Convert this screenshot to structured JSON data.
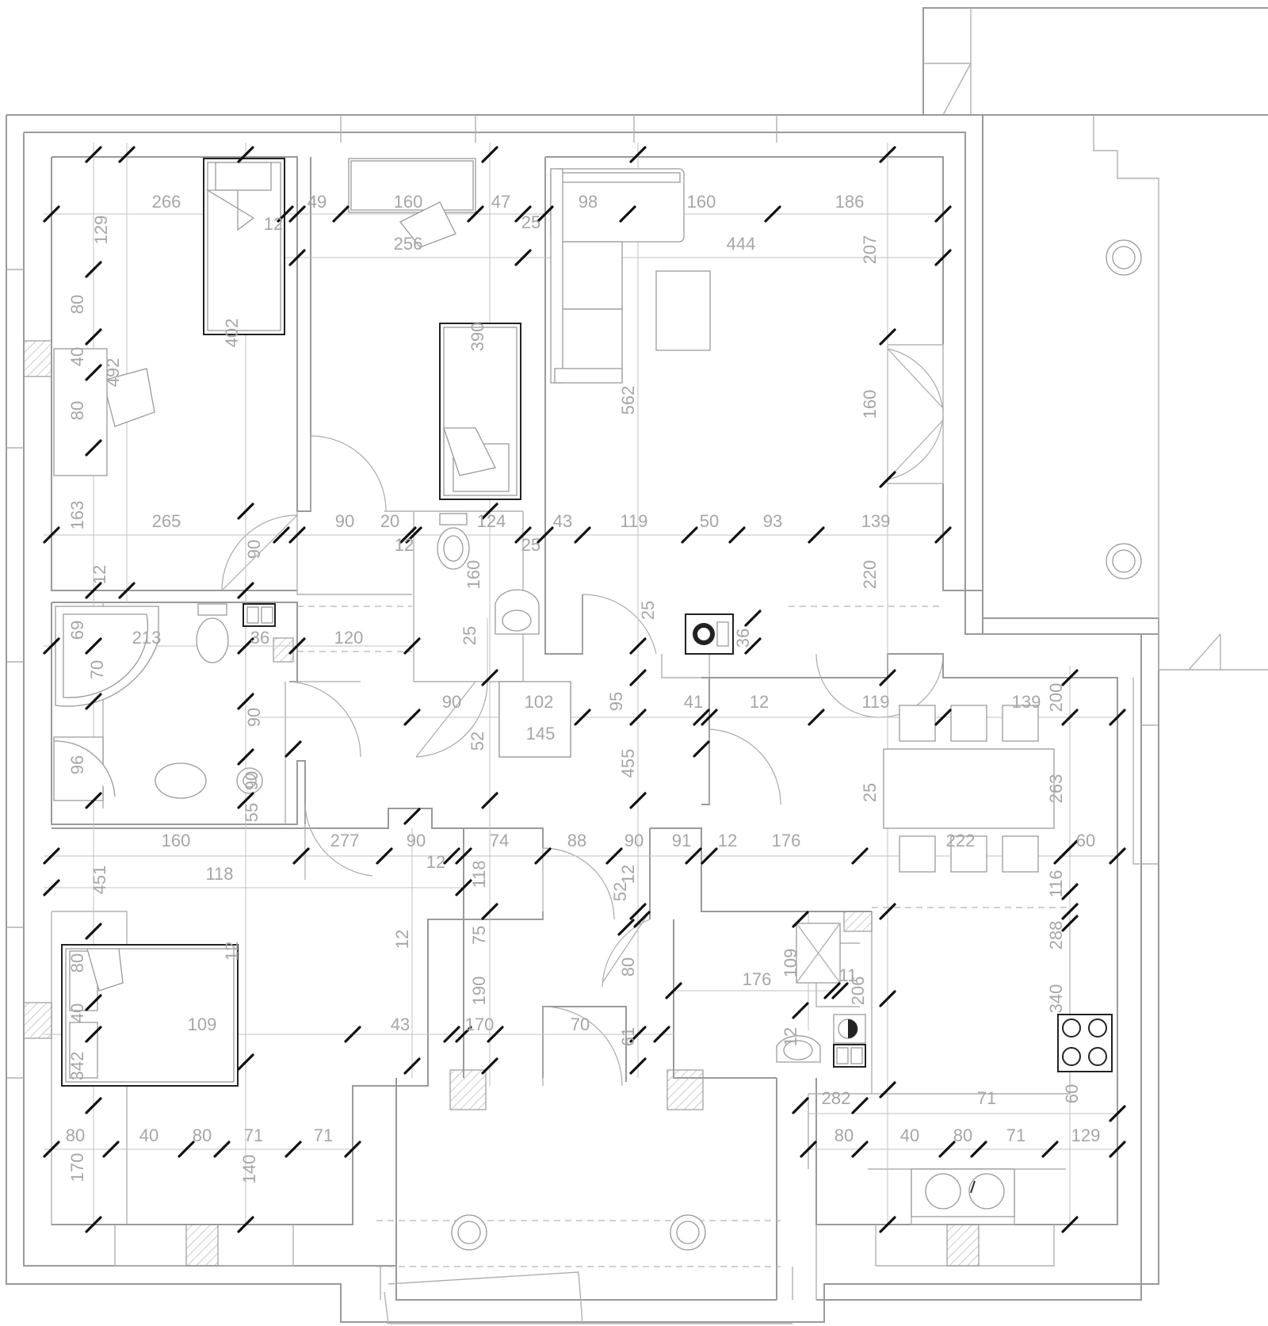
{
  "plan": {
    "dimension_labels": [
      "266",
      "49",
      "160",
      "47",
      "98",
      "160",
      "186",
      "129",
      "256",
      "444",
      "207",
      "12",
      "25",
      "80",
      "402",
      "390",
      "40",
      "492",
      "80",
      "562",
      "160",
      "163",
      "265",
      "90",
      "20",
      "124",
      "43",
      "119",
      "50",
      "93",
      "139",
      "12",
      "25",
      "90",
      "160",
      "220",
      "12",
      "213",
      "36",
      "120",
      "25",
      "25",
      "36",
      "69",
      "70",
      "90",
      "102",
      "95",
      "41",
      "12",
      "119",
      "139",
      "200",
      "52",
      "145",
      "455",
      "90",
      "96",
      "90",
      "55",
      "25",
      "263",
      "160",
      "277",
      "90",
      "74",
      "88",
      "90",
      "91",
      "12",
      "176",
      "222",
      "60",
      "12",
      "116",
      "451",
      "118",
      "118",
      "12",
      "52",
      "288",
      "12",
      "75",
      "12",
      "109",
      "11",
      "206",
      "80",
      "176",
      "40",
      "80",
      "342",
      "109",
      "43",
      "170",
      "190",
      "70",
      "61",
      "12",
      "340",
      "60",
      "282",
      "71",
      "80",
      "40",
      "80",
      "71",
      "71",
      "80",
      "40",
      "80",
      "71",
      "129",
      "170",
      "140"
    ]
  }
}
